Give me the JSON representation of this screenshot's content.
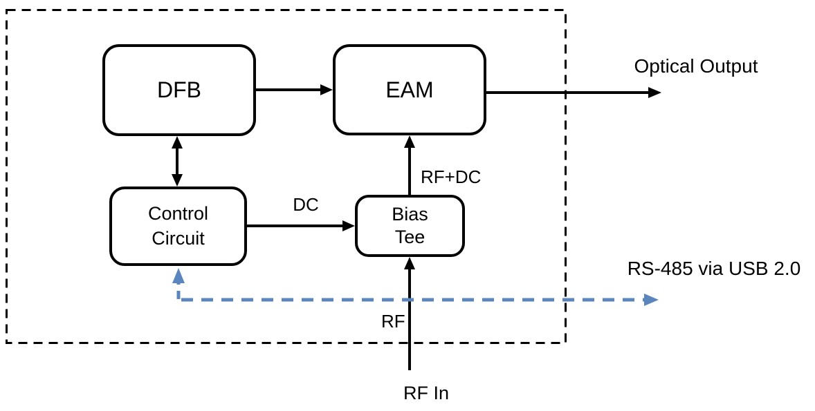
{
  "diagram": {
    "blocks": {
      "dfb": {
        "label": "DFB"
      },
      "eam": {
        "label": "EAM"
      },
      "control_circuit": {
        "line1": "Control",
        "line2": "Circuit"
      },
      "bias_tee": {
        "line1": "Bias",
        "line2": "Tee"
      }
    },
    "labels": {
      "optical_output": "Optical Output",
      "rs485": "RS-485 via USB 2.0",
      "dc": "DC",
      "rf_plus_dc": "RF+DC",
      "rf": "RF",
      "rf_in": "RF In"
    },
    "colors": {
      "line_black": "#000000",
      "dashed_blue": "#5B86BD",
      "background": "#FFFFFF"
    }
  }
}
